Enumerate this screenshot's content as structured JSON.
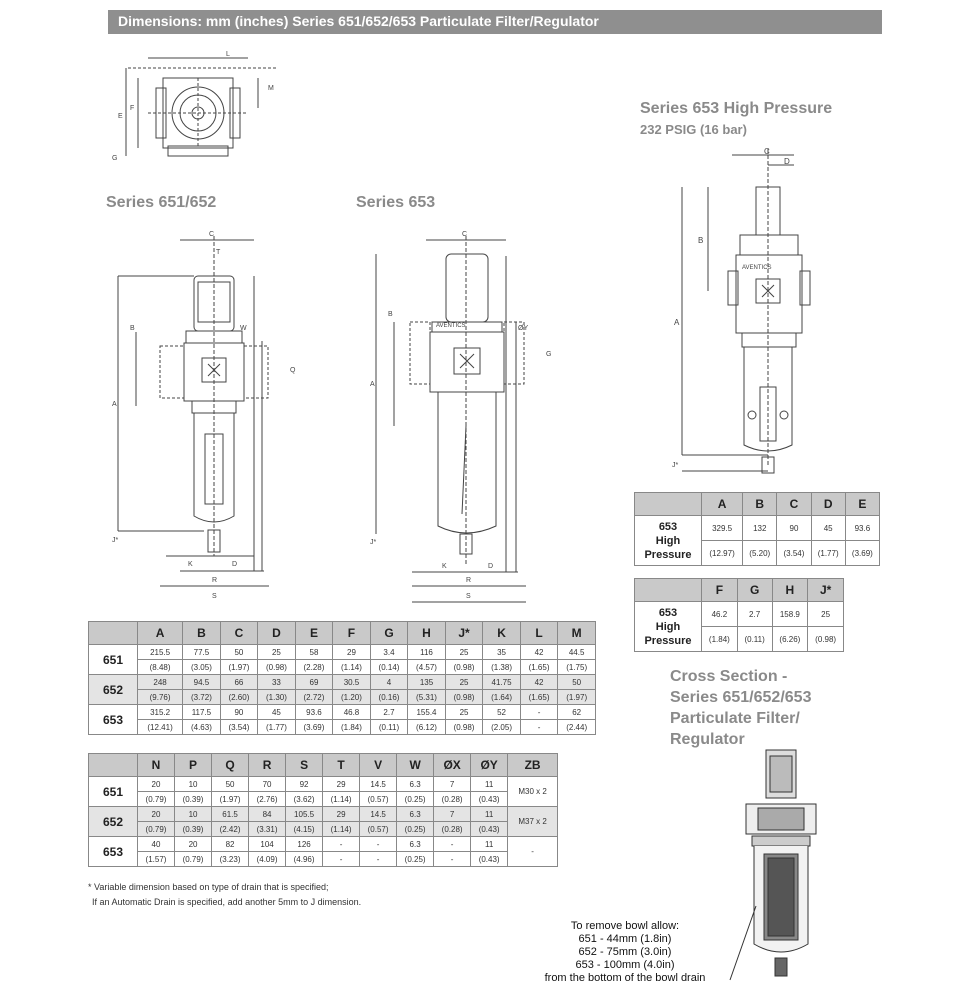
{
  "header": {
    "title": "Dimensions: mm (inches) Series 651/652/653 Particulate Filter/Regulator"
  },
  "labels": {
    "series_651_652": "Series 651/652",
    "series_653": "Series 653",
    "hp_title": "Series 653 High Pressure",
    "hp_sub": "232 PSIG (16 bar)",
    "cross_1": "Cross Section -",
    "cross_2": "Series 651/652/653",
    "cross_3": "Particulate Filter/",
    "cross_4": "Regulator",
    "brand": "AVENTICS"
  },
  "table1": {
    "headers": [
      "A",
      "B",
      "C",
      "D",
      "E",
      "F",
      "G",
      "H",
      "J*",
      "K",
      "L",
      "M"
    ],
    "rows": [
      {
        "label": "651",
        "mm": [
          "215.5",
          "77.5",
          "50",
          "25",
          "58",
          "29",
          "3.4",
          "116",
          "25",
          "35",
          "42",
          "44.5"
        ],
        "in": [
          "(8.48)",
          "(3.05)",
          "(1.97)",
          "(0.98)",
          "(2.28)",
          "(1.14)",
          "(0.14)",
          "(4.57)",
          "(0.98)",
          "(1.38)",
          "(1.65)",
          "(1.75)"
        ]
      },
      {
        "label": "652",
        "mm": [
          "248",
          "94.5",
          "66",
          "33",
          "69",
          "30.5",
          "4",
          "135",
          "25",
          "41.75",
          "42",
          "50"
        ],
        "in": [
          "(9.76)",
          "(3.72)",
          "(2.60)",
          "(1.30)",
          "(2.72)",
          "(1.20)",
          "(0.16)",
          "(5.31)",
          "(0.98)",
          "(1.64)",
          "(1.65)",
          "(1.97)"
        ]
      },
      {
        "label": "653",
        "mm": [
          "315.2",
          "117.5",
          "90",
          "45",
          "93.6",
          "46.8",
          "2.7",
          "155.4",
          "25",
          "52",
          "-",
          "62"
        ],
        "in": [
          "(12.41)",
          "(4.63)",
          "(3.54)",
          "(1.77)",
          "(3.69)",
          "(1.84)",
          "(0.11)",
          "(6.12)",
          "(0.98)",
          "(2.05)",
          "-",
          "(2.44)"
        ]
      }
    ]
  },
  "table2": {
    "headers": [
      "N",
      "P",
      "Q",
      "R",
      "S",
      "T",
      "V",
      "W",
      "ØX",
      "ØY",
      "ZB"
    ],
    "rows": [
      {
        "label": "651",
        "mm": [
          "20",
          "10",
          "50",
          "70",
          "92",
          "29",
          "14.5",
          "6.3",
          "7",
          "11"
        ],
        "in": [
          "(0.79)",
          "(0.39)",
          "(1.97)",
          "(2.76)",
          "(3.62)",
          "(1.14)",
          "(0.57)",
          "(0.25)",
          "(0.28)",
          "(0.43)"
        ],
        "zb": "M30 x 2"
      },
      {
        "label": "652",
        "mm": [
          "20",
          "10",
          "61.5",
          "84",
          "105.5",
          "29",
          "14.5",
          "6.3",
          "7",
          "11"
        ],
        "in": [
          "(0.79)",
          "(0.39)",
          "(2.42)",
          "(3.31)",
          "(4.15)",
          "(1.14)",
          "(0.57)",
          "(0.25)",
          "(0.28)",
          "(0.43)"
        ],
        "zb": "M37 x 2"
      },
      {
        "label": "653",
        "mm": [
          "40",
          "20",
          "82",
          "104",
          "126",
          "-",
          "-",
          "6.3",
          "-",
          "11"
        ],
        "in": [
          "(1.57)",
          "(0.79)",
          "(3.23)",
          "(4.09)",
          "(4.96)",
          "-",
          "-",
          "(0.25)",
          "-",
          "(0.43)"
        ],
        "zb": "-"
      }
    ]
  },
  "hp_table1": {
    "headers": [
      "A",
      "B",
      "C",
      "D",
      "E"
    ],
    "label_1": "653",
    "label_2": "High",
    "label_3": "Pressure",
    "mm": [
      "329.5",
      "132",
      "90",
      "45",
      "93.6"
    ],
    "in": [
      "(12.97)",
      "(5.20)",
      "(3.54)",
      "(1.77)",
      "(3.69)"
    ]
  },
  "hp_table2": {
    "headers": [
      "F",
      "G",
      "H",
      "J*"
    ],
    "label_1": "653",
    "label_2": "High",
    "label_3": "Pressure",
    "mm": [
      "46.2",
      "2.7",
      "158.9",
      "25"
    ],
    "in": [
      "(1.84)",
      "(0.11)",
      "(6.26)",
      "(0.98)"
    ]
  },
  "footnote": {
    "line1": "* Variable dimension based on type of drain that is specified;",
    "line2": "If an Automatic Drain is specified, add another 5mm to J dimension."
  },
  "bowl_note": {
    "line1": "To remove bowl allow:",
    "line2": "651 - 44mm (1.8in)",
    "line3": "652 - 75mm (3.0in)",
    "line4": "653 - 100mm (4.0in)",
    "line5": "from the bottom of the bowl drain"
  },
  "dim_letters": {
    "a": "A",
    "b": "B",
    "c": "C",
    "d": "D",
    "e": "E",
    "f": "F",
    "g": "G",
    "h": "H",
    "j": "J*",
    "k": "K",
    "l": "L",
    "m": "M",
    "n": "N",
    "p": "P",
    "q": "Q",
    "r": "R",
    "s": "S",
    "t": "T",
    "v": "V",
    "w": "W",
    "x": "ØX",
    "y": "ØY",
    "zb": "ZB"
  }
}
